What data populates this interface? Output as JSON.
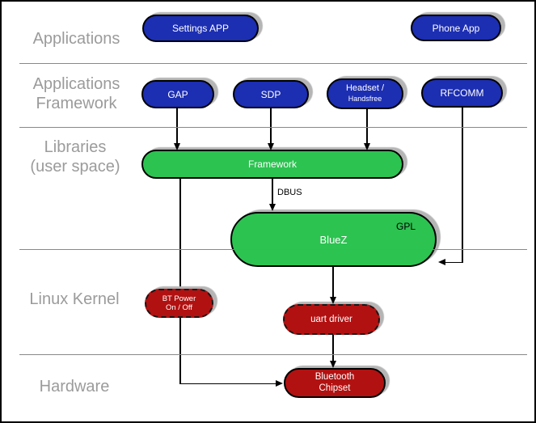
{
  "layers": {
    "applications": {
      "label": "Applications"
    },
    "applications_framework": {
      "line1": "Applications",
      "line2": "Framework"
    },
    "libraries": {
      "line1": "Libraries",
      "line2": "(user space)"
    },
    "linux_kernel": {
      "label": "Linux Kernel"
    },
    "hardware": {
      "label": "Hardware"
    }
  },
  "nodes": {
    "settings_app": {
      "label": "Settings APP"
    },
    "phone_app": {
      "label": "Phone App"
    },
    "gap": {
      "label": "GAP"
    },
    "sdp": {
      "label": "SDP"
    },
    "headset": {
      "line1": "Headset /",
      "line2": "Handsfree"
    },
    "rfcomm": {
      "label": "RFCOMM"
    },
    "framework": {
      "label": "Framework"
    },
    "bluez": {
      "label": "BlueZ",
      "annotation": "GPL"
    },
    "bt_power": {
      "line1": "BT Power",
      "line2": "On / Off"
    },
    "uart_driver": {
      "label": "uart driver"
    },
    "bluetooth_chipset": {
      "line1": "Bluetooth",
      "line2": "Chipset"
    }
  },
  "edge_labels": {
    "dbus": "DBUS"
  },
  "colors": {
    "node_blue": "#1C2EB2",
    "node_green": "#2CC351",
    "node_red": "#B21111",
    "layer_label_gray": "#9B9B9B",
    "divider_gray": "#888888",
    "shadow_gray": "#B5B5B5",
    "connector_black": "#000000"
  }
}
